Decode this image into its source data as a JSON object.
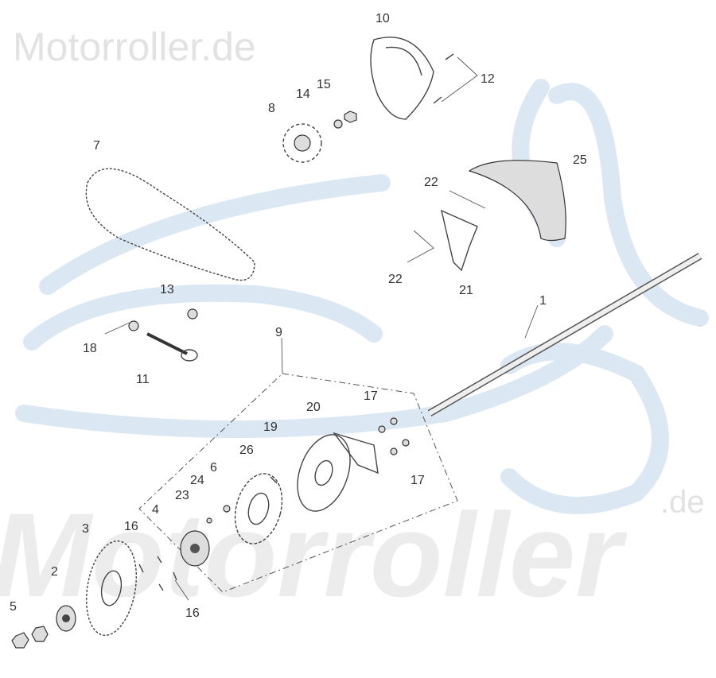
{
  "watermark": {
    "top": "Motorroller.de",
    "bottom": "Motorroller",
    "bottom_suffix": ".de"
  },
  "colors": {
    "watermark_blue": "#dbe8f3",
    "watermark_gray": "#e2e2e2",
    "line": "#444444"
  },
  "labels": {
    "p1": "1",
    "p2": "2",
    "p3": "3",
    "p4": "4",
    "p5": "5",
    "p6": "6",
    "p7": "7",
    "p8": "8",
    "p9": "9",
    "p10": "10",
    "p11": "11",
    "p12": "12",
    "p13": "13",
    "p14": "14",
    "p15": "15",
    "p16a": "16",
    "p16b": "16",
    "p17a": "17",
    "p17b": "17",
    "p18": "18",
    "p19": "19",
    "p20": "20",
    "p21": "21",
    "p22a": "22",
    "p22b": "22",
    "p23": "23",
    "p24": "24",
    "p25": "25",
    "p26": "26"
  }
}
